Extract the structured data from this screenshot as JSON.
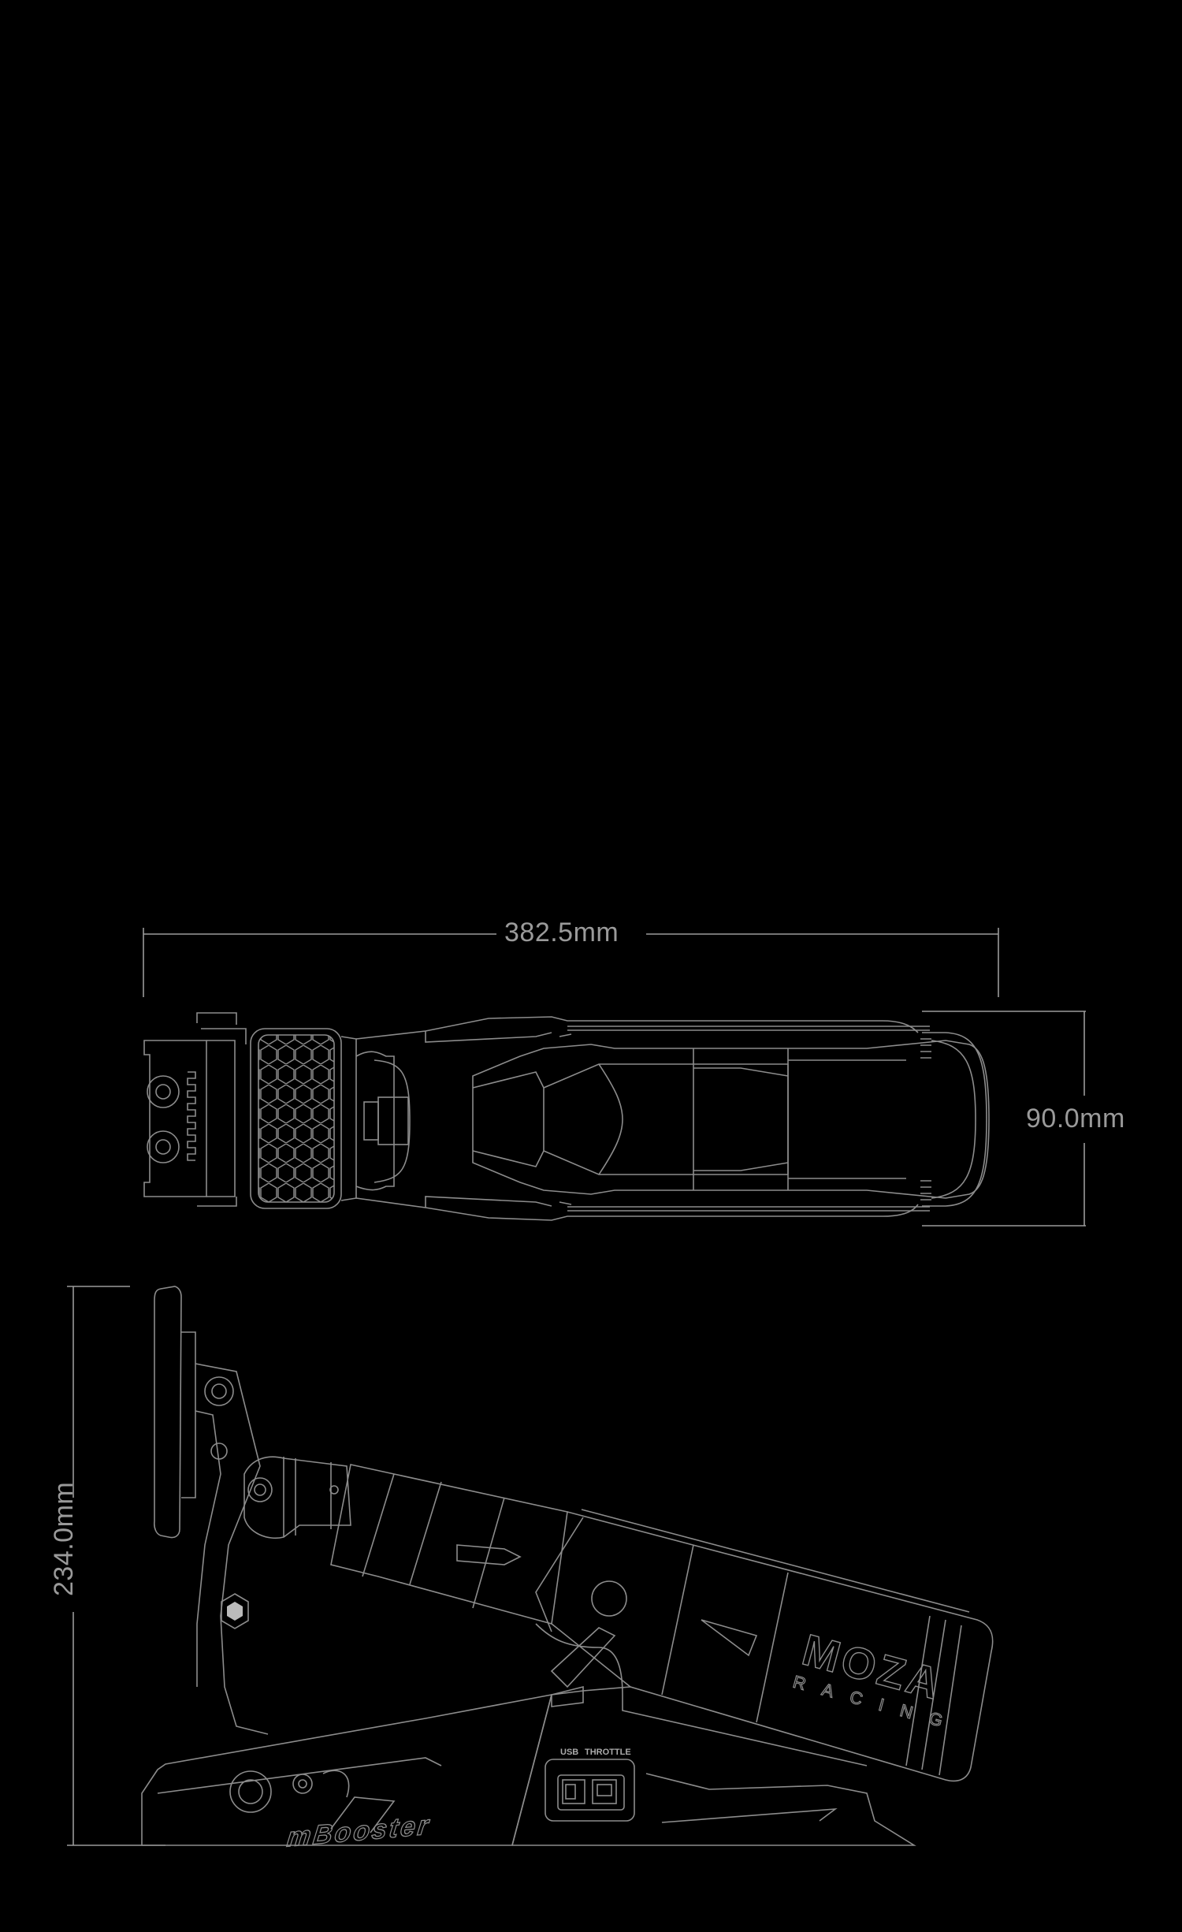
{
  "dimensions": {
    "length": "382.5mm",
    "height": "90.0mm",
    "vertical": "234.0mm"
  },
  "device": {
    "brand_top": "MOZA",
    "brand_bottom": "RACING",
    "model": "mBooster",
    "port_usb": "USB",
    "port_throttle": "THROTTLE"
  },
  "colors": {
    "background": "#000000",
    "line": "#8c8c8c",
    "dim_text": "#9a9a9a"
  }
}
